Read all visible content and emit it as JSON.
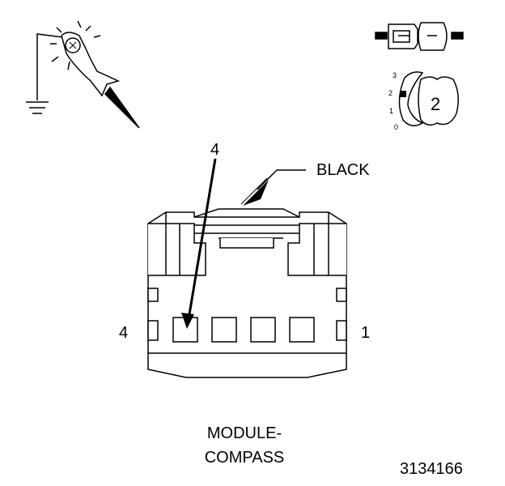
{
  "connector": {
    "color_label": "BLACK",
    "callout_pin": "4",
    "pin_label_left": "4",
    "pin_label_right": "1",
    "name_line1": "MODULE-",
    "name_line2": "COMPASS"
  },
  "figure_ref": "3134166",
  "dial": {
    "ticks": [
      "3",
      "2",
      "1",
      "0"
    ],
    "step": "2"
  },
  "icons": [
    "test-light-probe-icon",
    "ground-symbol-icon",
    "connector-adapter-icon",
    "selector-dial-icon"
  ],
  "colors": {
    "ink": "#000000",
    "background": "#ffffff"
  }
}
